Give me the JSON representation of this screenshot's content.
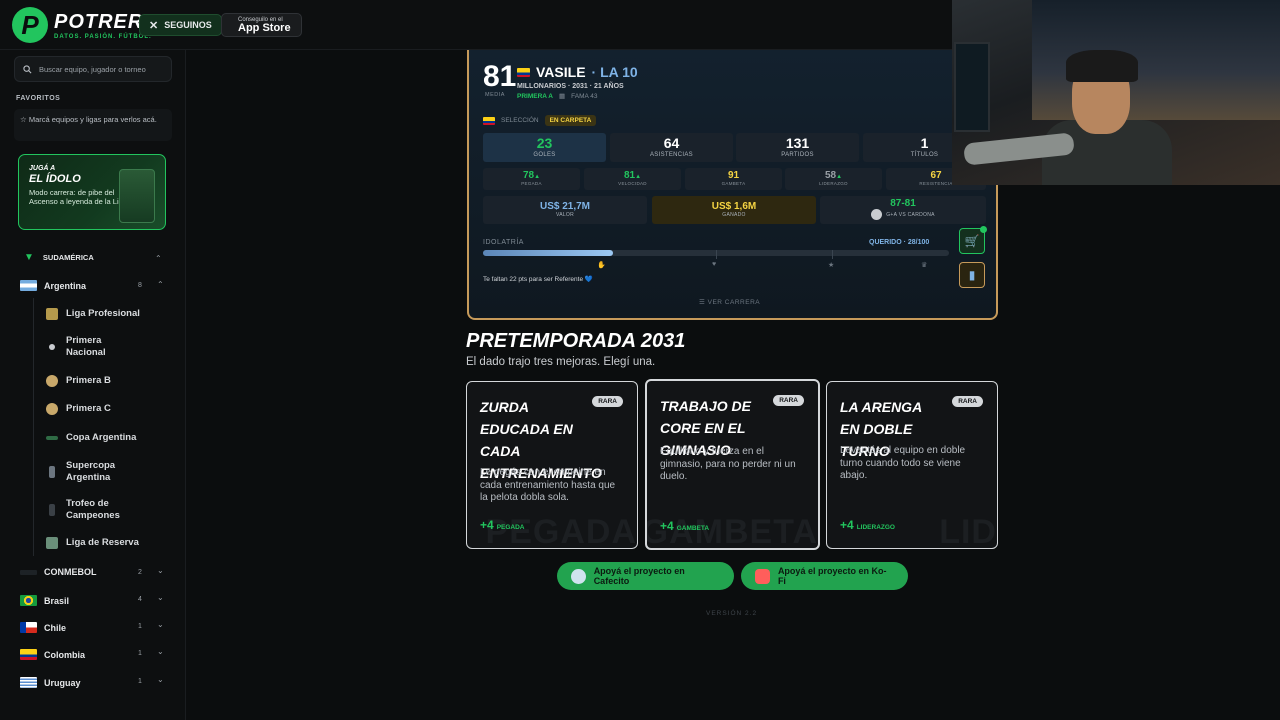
{
  "header": {
    "logo_name": "POTRERO",
    "logo_tagline": "DATOS. PASIÓN. FÚTBOL.",
    "follow_label": "SEGUINOS",
    "store_small": "Conseguilo en el",
    "store_big": "App Store"
  },
  "sidebar": {
    "search_placeholder": "Buscar equipo, jugador o torneo",
    "favorites_title": "FAVORITOS",
    "favorites_hint": "Marcá equipos y ligas para verlos acá.",
    "promo": {
      "line1": "JUGÁ A",
      "line2": "EL ÍDOLO",
      "line3": "Modo carrera: de pibe del Ascenso a leyenda de la Liga"
    },
    "region": "SUDAMÉRICA",
    "argentina": {
      "label": "Argentina",
      "count": "8"
    },
    "leagues": [
      "Liga Profesional",
      "Primera Nacional",
      "Primera B",
      "Primera C",
      "Copa Argentina",
      "Supercopa Argentina",
      "Trofeo de Campeones",
      "Liga de Reserva"
    ],
    "countries": [
      {
        "label": "CONMEBOL",
        "count": "2"
      },
      {
        "label": "Brasil",
        "count": "4"
      },
      {
        "label": "Chile",
        "count": "1"
      },
      {
        "label": "Colombia",
        "count": "1"
      },
      {
        "label": "Uruguay",
        "count": "1"
      }
    ]
  },
  "player": {
    "rating": "81",
    "rating_label": "MEDIA",
    "name": "VASILE",
    "position": "· LA 10",
    "club_line": "MILLONARIOS · 2031 · 21 AÑOS",
    "league": "PRIMERA A",
    "fame": "FAMA 43",
    "selection_label": "SELECCIÓN",
    "selection_status": "EN CARPETA",
    "stats": [
      {
        "value": "23",
        "label": "GOLES"
      },
      {
        "value": "64",
        "label": "ASISTENCIAS"
      },
      {
        "value": "131",
        "label": "PARTIDOS"
      },
      {
        "value": "1",
        "label": "TÍTULOS"
      }
    ],
    "attributes": [
      {
        "value": "78",
        "arrow": "▲",
        "label": "PEGADA"
      },
      {
        "value": "81",
        "arrow": "▲",
        "label": "VELOCIDAD"
      },
      {
        "value": "91",
        "arrow": "",
        "label": "GAMBETA"
      },
      {
        "value": "58",
        "arrow": "▲",
        "label": "LIDERAZGO"
      },
      {
        "value": "67",
        "arrow": "",
        "label": "RESISTENCIA"
      }
    ],
    "value_amount": "US$ 21,7M",
    "value_label": "VALOR",
    "earned_amount": "US$ 1,6M",
    "earned_label": "GANADO",
    "match_score": "87-81",
    "match_label": "G+A VS CARDONA",
    "idolatry_label": "IDOLATRÍA",
    "idolatry_status": "QUERIDO · 28/100",
    "idolatry_fraction": 0.28,
    "idolatry_note": "Te faltan 22 pts para ser Referente 💙",
    "view_career": "VER CARRERA"
  },
  "preseason": {
    "title": "PRETEMPORADA 2031",
    "subtitle": "El dado trajo tres mejoras. Elegí una.",
    "cards": [
      {
        "title": "ZURDA EDUCADA EN CADA ENTRENAMIENTO",
        "rarity": "RARA",
        "desc": "Le pegás con el empeine en cada entrenamiento hasta que la pelota dobla sola.",
        "bonus": "+4",
        "attr": "PEGADA",
        "watermark": "PEGADA"
      },
      {
        "title": "TRABAJO DE CORE EN EL GIMNASIO",
        "rarity": "RARA",
        "desc": "Equilibrio y fuerza en el gimnasio, para no perder ni un duelo.",
        "bonus": "+4",
        "attr": "GAMBETA",
        "watermark": "GAMBETA"
      },
      {
        "title": "LA ARENGA EN DOBLE TURNO",
        "rarity": "RARA",
        "desc": "Levantás al equipo en doble turno cuando todo se viene abajo.",
        "bonus": "+4",
        "attr": "LIDERAZGO",
        "watermark": "LID"
      }
    ]
  },
  "footer": {
    "cafecito": "Apoyá el proyecto en Cafecito",
    "kofi": "Apoyá el proyecto en Ko-Fi",
    "version": "VERSIÓN 2.2"
  }
}
